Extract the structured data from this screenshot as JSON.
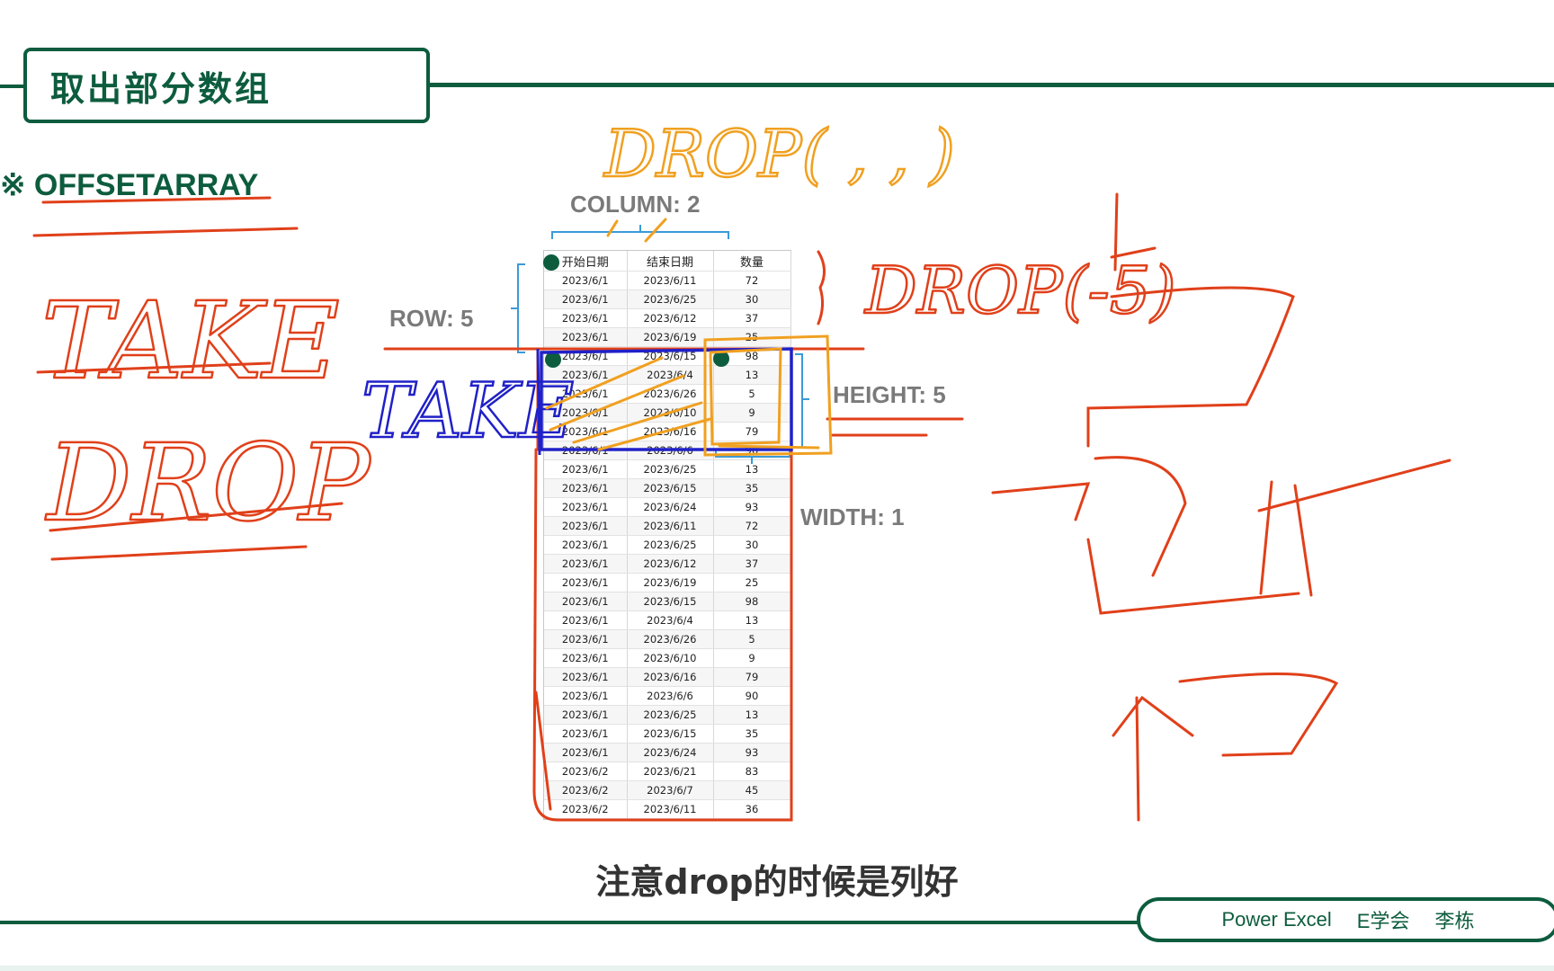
{
  "header": {
    "title": "取出部分数组"
  },
  "subtitle": "※ OFFSETARRAY",
  "sheet": {
    "columns": [
      "开始日期",
      "结束日期",
      "数量"
    ],
    "rows": [
      [
        "2023/6/1",
        "2023/6/11",
        "72"
      ],
      [
        "2023/6/1",
        "2023/6/25",
        "30"
      ],
      [
        "2023/6/1",
        "2023/6/12",
        "37"
      ],
      [
        "2023/6/1",
        "2023/6/19",
        "25"
      ],
      [
        "2023/6/1",
        "2023/6/15",
        "98"
      ],
      [
        "2023/6/1",
        "2023/6/4",
        "13"
      ],
      [
        "2023/6/1",
        "2023/6/26",
        "5"
      ],
      [
        "2023/6/1",
        "2023/6/10",
        "9"
      ],
      [
        "2023/6/1",
        "2023/6/16",
        "79"
      ],
      [
        "2023/6/1",
        "2023/6/6",
        "90"
      ],
      [
        "2023/6/1",
        "2023/6/25",
        "13"
      ],
      [
        "2023/6/1",
        "2023/6/15",
        "35"
      ],
      [
        "2023/6/1",
        "2023/6/24",
        "93"
      ],
      [
        "2023/6/1",
        "2023/6/11",
        "72"
      ],
      [
        "2023/6/1",
        "2023/6/25",
        "30"
      ],
      [
        "2023/6/1",
        "2023/6/12",
        "37"
      ],
      [
        "2023/6/1",
        "2023/6/19",
        "25"
      ],
      [
        "2023/6/1",
        "2023/6/15",
        "98"
      ],
      [
        "2023/6/1",
        "2023/6/4",
        "13"
      ],
      [
        "2023/6/1",
        "2023/6/26",
        "5"
      ],
      [
        "2023/6/1",
        "2023/6/10",
        "9"
      ],
      [
        "2023/6/1",
        "2023/6/16",
        "79"
      ],
      [
        "2023/6/1",
        "2023/6/6",
        "90"
      ],
      [
        "2023/6/1",
        "2023/6/25",
        "13"
      ],
      [
        "2023/6/1",
        "2023/6/15",
        "35"
      ],
      [
        "2023/6/1",
        "2023/6/24",
        "93"
      ],
      [
        "2023/6/2",
        "2023/6/21",
        "83"
      ],
      [
        "2023/6/2",
        "2023/6/7",
        "45"
      ],
      [
        "2023/6/2",
        "2023/6/11",
        "36"
      ]
    ]
  },
  "labels": {
    "column": "COLUMN: 2",
    "row": "ROW: 5",
    "height": "HEIGHT: 5",
    "width": "WIDTH: 1"
  },
  "handwriting": {
    "take": "TAKE",
    "drop": "DROP",
    "take_blue": "TAKE",
    "drop_top": "DROP( , , )",
    "drop_right": "DROP(-5)"
  },
  "caption": "注意drop的时候是列好",
  "footer": {
    "brand": "Power Excel",
    "org": "E学会",
    "author": "李栋"
  },
  "colors": {
    "green": "#0d5c3e",
    "ink_red": "#e0401a",
    "ink_orange": "#f0a020",
    "ink_blue": "#2020c8",
    "bracket_blue": "#3a9ad8"
  }
}
